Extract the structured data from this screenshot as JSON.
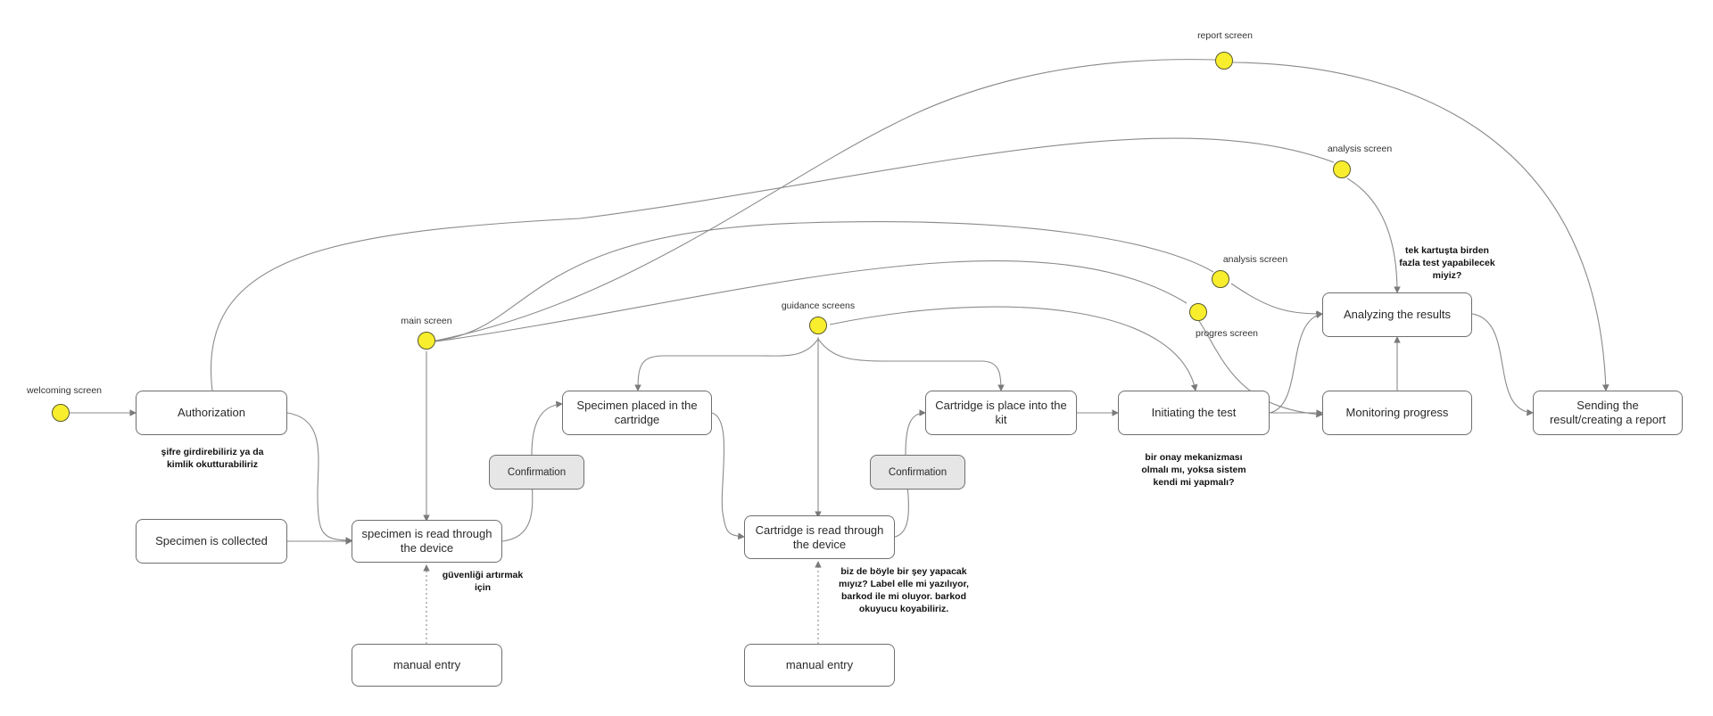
{
  "nodes": {
    "authorization": "Authorization",
    "specimen_collected": "Specimen is collected",
    "specimen_read": "specimen is read through the device",
    "manual_entry_1": "manual entry",
    "confirmation_1": "Confirmation",
    "specimen_placed": "Specimen placed in the cartridge",
    "cartridge_read": "Cartridge is read through the device",
    "manual_entry_2": "manual entry",
    "confirmation_2": "Confirmation",
    "cartridge_placed": "Cartridge is place into the kit",
    "initiating": "Initiating the test",
    "monitoring": "Monitoring progress",
    "analyzing": "Analyzing the results",
    "sending": "Sending the result/creating a report"
  },
  "screens": {
    "welcoming": "welcoming screen",
    "main": "main screen",
    "guidance": "guidance screens",
    "progress": "progres screen",
    "analysis_1": "analysis screen",
    "analysis_2": "analysis screen",
    "report": "report screen"
  },
  "notes": {
    "password": "şifre girdirebiliriz ya da kimlik okutturabiliriz",
    "security": "güvenliği artırmak için",
    "barcode": "biz de böyle bir şey yapacak mıyız? Label elle mi yazılıyor, barkod ile mi oluyor. barkod okuyucu koyabiliriz.",
    "approval": "bir onay mekanizması olmalı mı, yoksa sistem kendi mi yapmalı?",
    "multiple_tests": "tek kartuşta birden fazla test yapabilecek miyiz?"
  },
  "colors": {
    "dot_fill": "#f8ee2e",
    "confirmation_fill": "#e6e6e6",
    "edge": "#8a8a8a"
  }
}
